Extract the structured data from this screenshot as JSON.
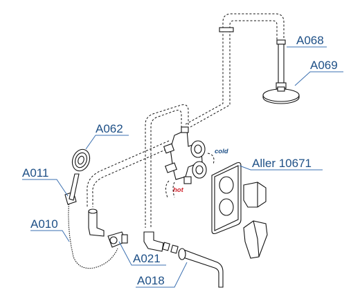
{
  "labels": {
    "a068": "A068",
    "a069": "A069",
    "a062": "A062",
    "a011": "A011",
    "a010": "A010",
    "a021": "A021",
    "a018": "A018",
    "aller": "Aller 10671",
    "cold": "cold",
    "hot": "hot"
  },
  "colors": {
    "label": "#1d4f86",
    "leader": "#3a6fb0",
    "cold": "#1d4f86",
    "hot": "#d0202a",
    "line": "#111111"
  }
}
